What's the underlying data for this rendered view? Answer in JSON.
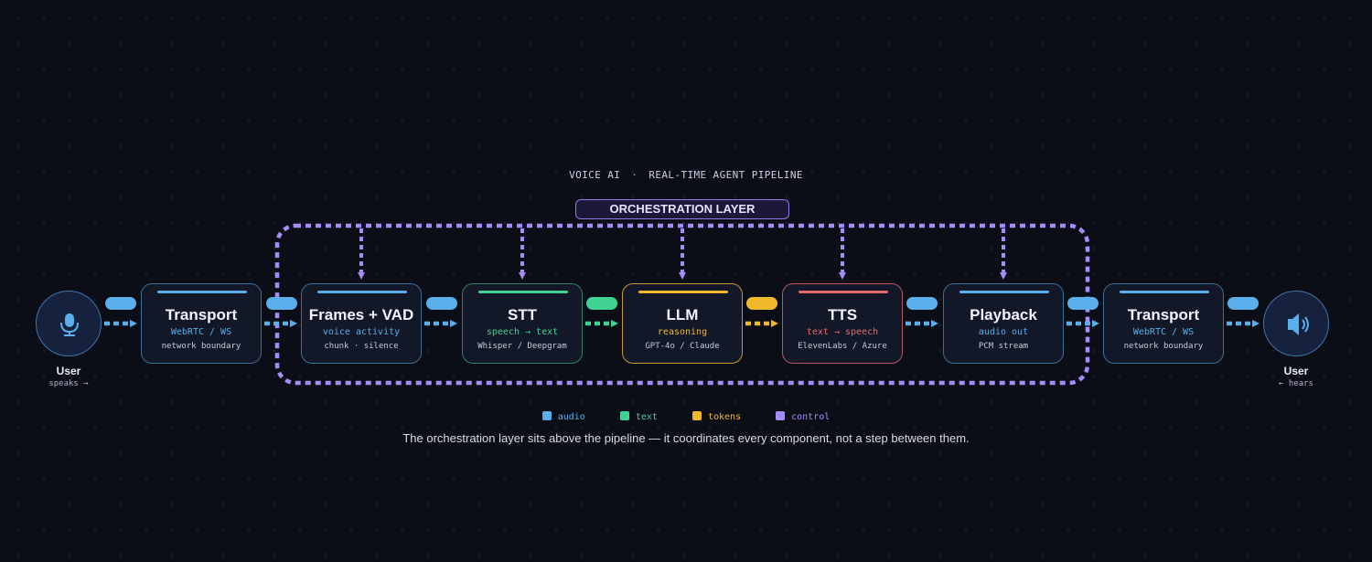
{
  "header": {
    "left": "VOICE AI",
    "separator": "·",
    "right": "REAL-TIME AGENT PIPELINE"
  },
  "orchestration": {
    "label": "ORCHESTRATION LAYER"
  },
  "colors": {
    "audio": "#5aaeea",
    "text": "#3fd293",
    "tokens": "#f1b82b",
    "control": "#a68cf8",
    "tts": "#e06a6a",
    "border_blue": "#3d6d94"
  },
  "user_left": {
    "icon": "microphone-icon",
    "label": "User",
    "sub": "speaks →"
  },
  "user_right": {
    "icon": "speaker-icon",
    "label": "User",
    "sub": "← hears"
  },
  "nodes": [
    {
      "id": "transport-in",
      "title": "Transport",
      "sub": "WebRTC / WS",
      "detail": "network boundary"
    },
    {
      "id": "frames-vad",
      "title": "Frames + VAD",
      "sub": "voice activity",
      "detail": "chunk · silence"
    },
    {
      "id": "stt",
      "title": "STT",
      "sub": "speech → text",
      "detail": "Whisper / Deepgram"
    },
    {
      "id": "llm",
      "title": "LLM",
      "sub": "reasoning",
      "detail": "GPT-4o / Claude"
    },
    {
      "id": "tts",
      "title": "TTS",
      "sub": "text → speech",
      "detail": "ElevenLabs / Azure"
    },
    {
      "id": "playback",
      "title": "Playback",
      "sub": "audio out",
      "detail": "PCM stream"
    },
    {
      "id": "transport-out",
      "title": "Transport",
      "sub": "WebRTC / WS",
      "detail": "network boundary"
    }
  ],
  "legend": [
    {
      "label": "audio",
      "color": "#5aaeea"
    },
    {
      "label": "text",
      "color": "#3fd293"
    },
    {
      "label": "tokens",
      "color": "#f1b82b"
    },
    {
      "label": "control",
      "color": "#a68cf8"
    }
  ],
  "caption": "The orchestration layer sits above the pipeline — it coordinates every component, not a step between them."
}
